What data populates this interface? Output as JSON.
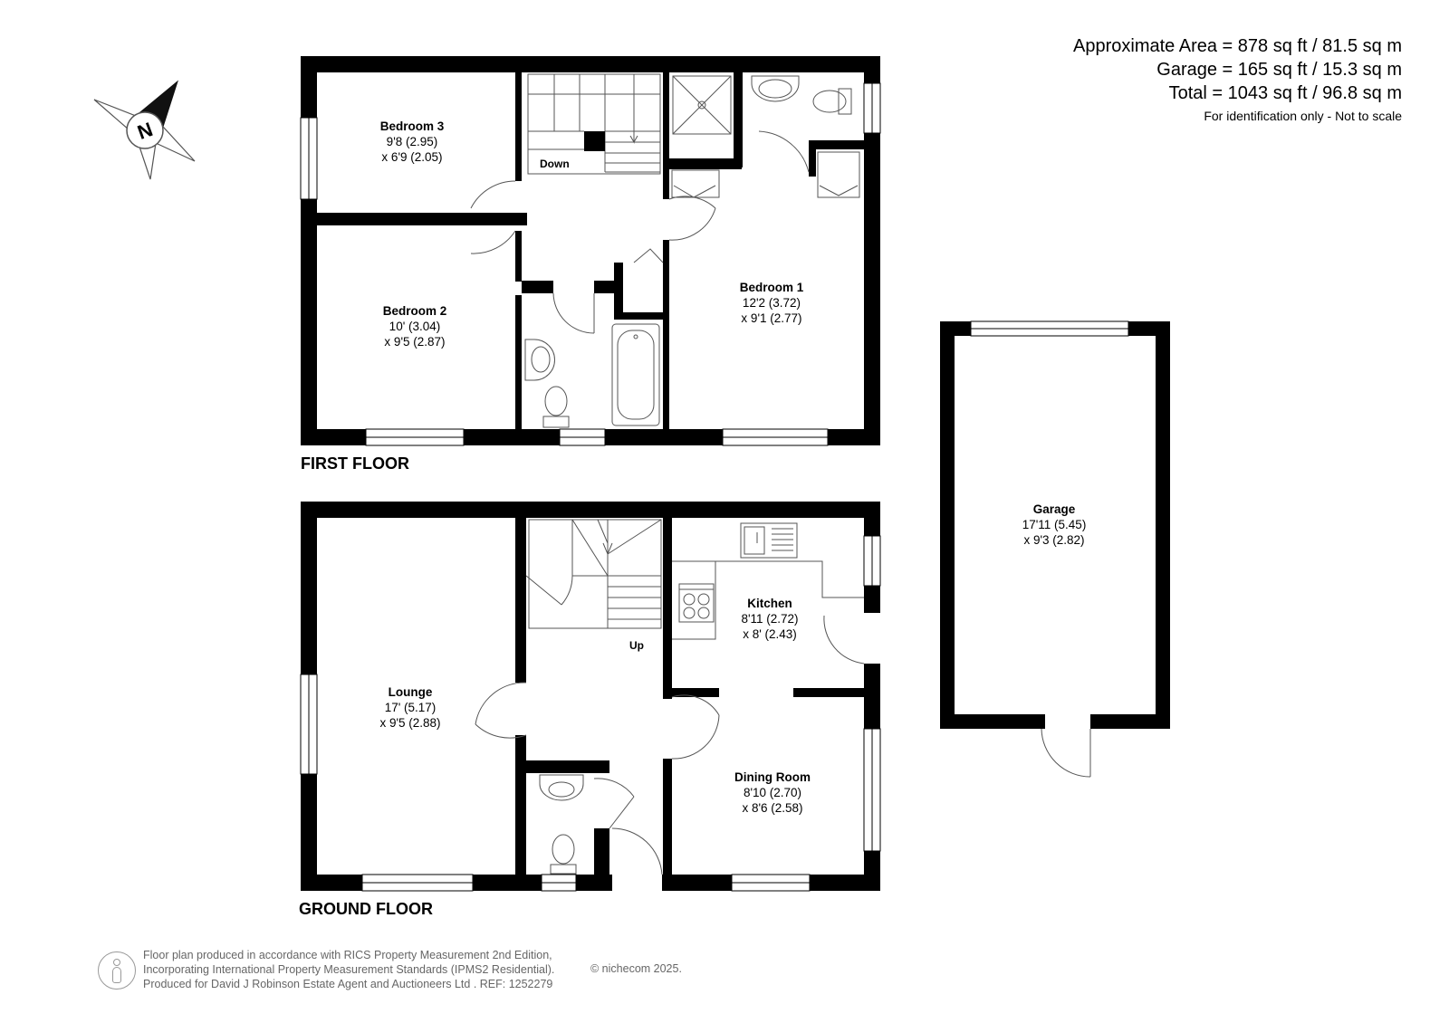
{
  "area": {
    "approximate": "Approximate Area = 878 sq ft / 81.5 sq m",
    "garage": "Garage = 165 sq ft / 15.3 sq m",
    "total": "Total = 1043 sq ft / 96.8 sq m",
    "note": "For identification only - Not to scale"
  },
  "compass": {
    "letter": "N",
    "icon": "compass-icon"
  },
  "floors": {
    "first": "FIRST FLOOR",
    "ground": "GROUND FLOOR"
  },
  "rooms": {
    "bedroom3": {
      "name": "Bedroom 3",
      "dim1": "9'8 (2.95)",
      "dim2": "x 6'9 (2.05)"
    },
    "bedroom2": {
      "name": "Bedroom 2",
      "dim1": "10' (3.04)",
      "dim2": "x 9'5 (2.87)"
    },
    "bedroom1": {
      "name": "Bedroom 1",
      "dim1": "12'2 (3.72)",
      "dim2": "x 9'1 (2.77)"
    },
    "lounge": {
      "name": "Lounge",
      "dim1": "17' (5.17)",
      "dim2": "x 9'5 (2.88)"
    },
    "kitchen": {
      "name": "Kitchen",
      "dim1": "8'11 (2.72)",
      "dim2": "x 8' (2.43)"
    },
    "dining": {
      "name": "Dining Room",
      "dim1": "8'10 (2.70)",
      "dim2": "x 8'6 (2.58)"
    },
    "garage": {
      "name": "Garage",
      "dim1": "17'11 (5.45)",
      "dim2": "x 9'3 (2.82)"
    }
  },
  "stairs": {
    "down": "Down",
    "up": "Up"
  },
  "footer": {
    "line1": "Floor plan produced in accordance with RICS Property Measurement 2nd Edition,",
    "line2": "Incorporating International Property Measurement Standards (IPMS2 Residential).",
    "line3": "Produced for David J Robinson Estate Agent and Auctioneers Ltd .   REF:  1252279",
    "copyright": "© nichecom 2025."
  }
}
